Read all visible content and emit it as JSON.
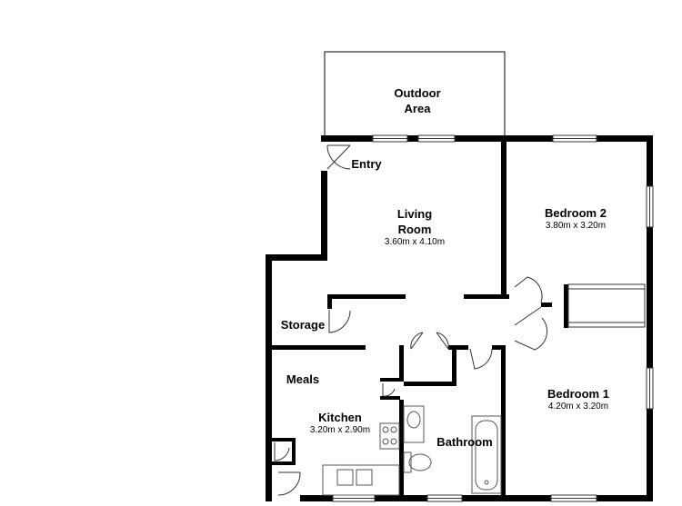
{
  "colors": {
    "wall": "#000000",
    "background": "#ffffff",
    "fixture": "#555555"
  },
  "rooms": {
    "outdoor": {
      "name": "Outdoor\nArea"
    },
    "entry": {
      "name": "Entry"
    },
    "living": {
      "name": "Living\nRoom",
      "dims": "3.60m x 4.10m"
    },
    "bedroom2": {
      "name": "Bedroom 2",
      "dims": "3.80m x 3.20m"
    },
    "storage": {
      "name": "Storage"
    },
    "meals": {
      "name": "Meals"
    },
    "kitchen": {
      "name": "Kitchen",
      "dims": "3.20m x 2.90m"
    },
    "bathroom": {
      "name": "Bathroom"
    },
    "bedroom1": {
      "name": "Bedroom 1",
      "dims": "4.20m x 3.20m"
    }
  }
}
